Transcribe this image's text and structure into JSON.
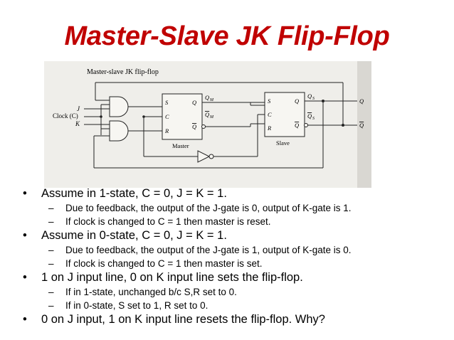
{
  "slide": {
    "title": "Master-Slave JK Flip-Flop"
  },
  "diagram": {
    "caption": "Master-slave JK flip-flop",
    "inputs": {
      "j": "J",
      "clock": "Clock (C)",
      "k": "K"
    },
    "master": {
      "label": "Master",
      "s": "S",
      "c": "C",
      "r": "R",
      "q": "Q",
      "q_bar": "Q",
      "qm": "Q",
      "qm_sub": "M",
      "qmbar": "Q",
      "qmbar_sub": "M"
    },
    "slave": {
      "label": "Slave",
      "s": "S",
      "c": "C",
      "r": "R",
      "q": "Q",
      "q_bar": "Q",
      "qs": "Q",
      "qs_sub": "S",
      "qsbar": "Q",
      "qsbar_sub": "S"
    },
    "outputs": {
      "q": "Q",
      "q_bar": "Q"
    }
  },
  "bullets": [
    {
      "text": "Assume in 1-state, C = 0, J = K = 1.",
      "sub": [
        "Due to feedback, the output of the J-gate is 0, output of K-gate is 1.",
        "If clock is changed to C = 1 then master is reset."
      ]
    },
    {
      "text": "Assume in 0-state, C = 0, J = K = 1.",
      "sub": [
        "Due to feedback, the output of the J-gate is 1, output of K-gate is 0.",
        "If clock is changed to C = 1 then master is set."
      ]
    },
    {
      "text": "1 on J input line, 0 on K input line sets the flip-flop.",
      "sub": [
        "If in 1-state, unchanged b/c S,R set to 0.",
        "If in 0-state, S set to 1, R set to 0."
      ]
    },
    {
      "text": "0 on J input, 1 on K input line resets the flip-flop.  Why?",
      "sub": []
    }
  ]
}
